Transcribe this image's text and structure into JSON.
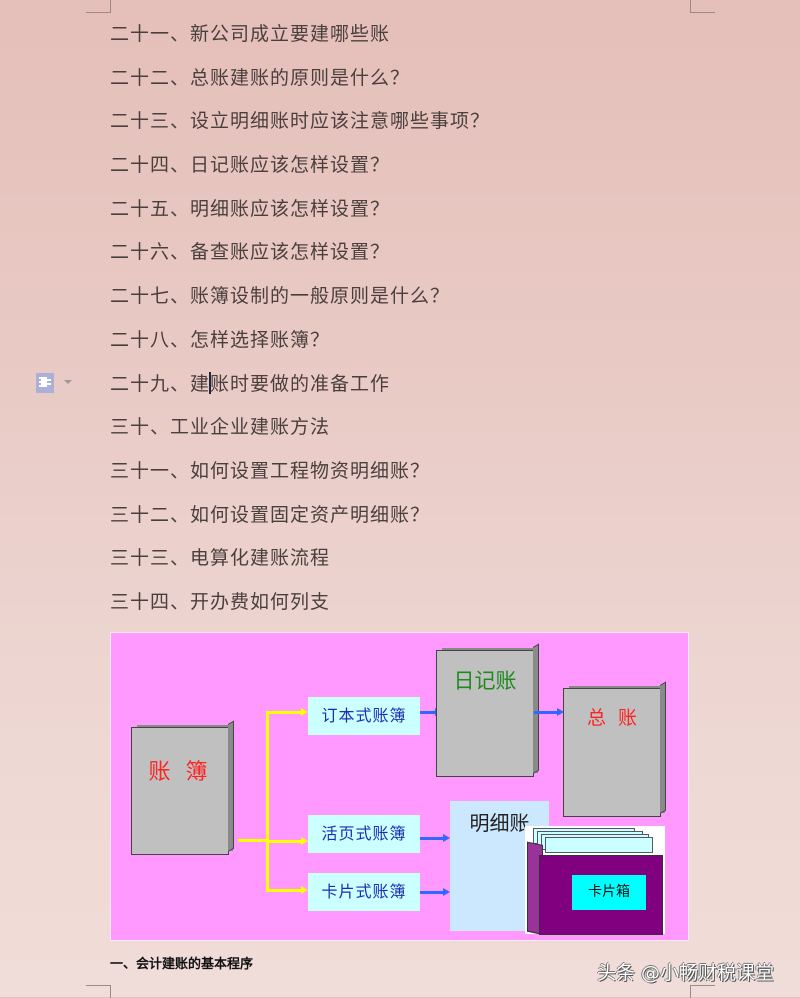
{
  "toc": {
    "items": [
      {
        "label": "二十一、新公司成立要建哪些账"
      },
      {
        "label": "二十二、总账建账的原则是什么？"
      },
      {
        "label": "二十三、设立明细账时应该注意哪些事项？"
      },
      {
        "label": "二十四、日记账应该怎样设置？"
      },
      {
        "label": "二十五、明细账应该怎样设置？"
      },
      {
        "label": "二十六、备查账应该怎样设置？"
      },
      {
        "label": "二十七、账簿设制的一般原则是什么？"
      },
      {
        "label": "二十八、怎样选择账簿？"
      },
      {
        "label_before_caret": "二十九、建",
        "label_after_caret": "账时要做的准备工作"
      },
      {
        "label": "三十、工业企业建账方法"
      },
      {
        "label": "三十一、如何设置工程物资明细账？"
      },
      {
        "label": "三十二、如何设置固定资产明细账？"
      },
      {
        "label": "三十三、电算化建账流程"
      },
      {
        "label": "三十四、开办费如何列支"
      }
    ]
  },
  "diagram": {
    "root": {
      "label": "账 簿",
      "color": "#ff2222"
    },
    "types": [
      {
        "label": "订本式账簿"
      },
      {
        "label": "活页式账簿"
      },
      {
        "label": "卡片式账簿"
      }
    ],
    "journal": {
      "label": "日记账",
      "color": "#1f8a1f"
    },
    "ledger": {
      "label": "总  账",
      "color": "#ff2222"
    },
    "detail": {
      "label": "明细账"
    },
    "card_box": {
      "label": "卡片箱"
    },
    "colors": {
      "background": "#ff99ff",
      "yellow_line": "#ffff00",
      "blue_arrow": "#3366ff",
      "type_box": "#ccffff"
    }
  },
  "caption": "一、会计建账的基本程序",
  "watermark": "头条 @小畅财税课堂"
}
